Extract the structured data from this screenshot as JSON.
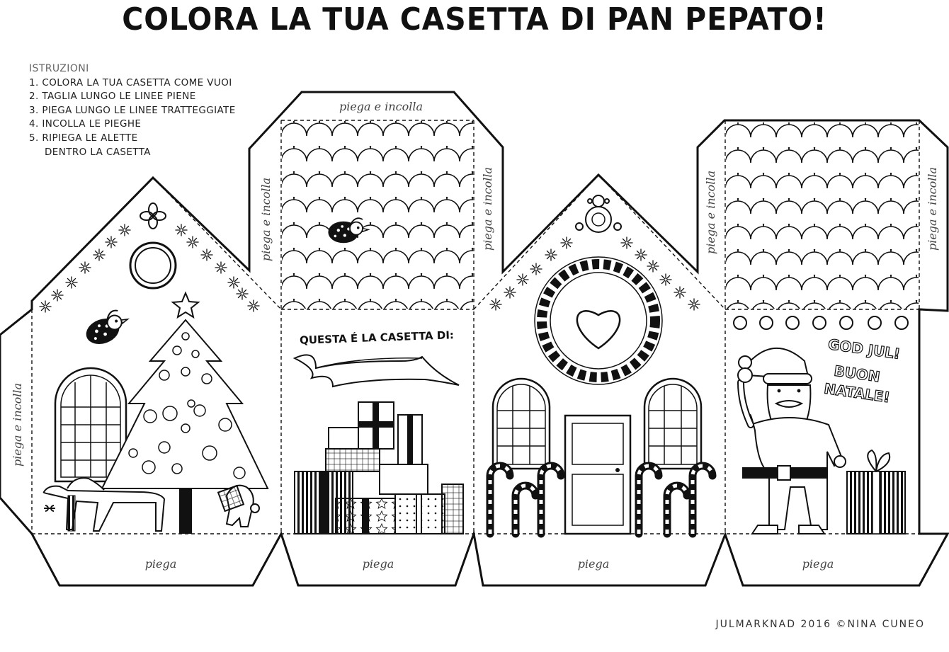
{
  "title": "COLORA LA TUA CASETTA DI PAN PEPATO!",
  "instructions": {
    "header": "ISTRUZIONI",
    "steps": [
      "1. COLORA LA TUA CASETTA COME VUOI",
      "2. TAGLIA LUNGO LE LINEE PIENE",
      "3. PIEGA LUNGO LE LINEE TRATTEGGIATE",
      "4. INCOLLA LE PIEGHE",
      "5. RIPIEGA LE ALETTE"
    ],
    "step5_cont": "DENTRO LA CASETTA"
  },
  "tabs": {
    "glue": "piega e incolla",
    "fold": "piega"
  },
  "panel2": {
    "label": "QUESTA É LA CASETTA DI:"
  },
  "panel4": {
    "greeting1": "GOD JUL!",
    "greeting2": "BUON",
    "greeting3": "NATALE!"
  },
  "credit": "JULMARKNAD 2016 ©NINA CUNEO",
  "colors": {
    "line": "#111111",
    "background": "#ffffff"
  }
}
